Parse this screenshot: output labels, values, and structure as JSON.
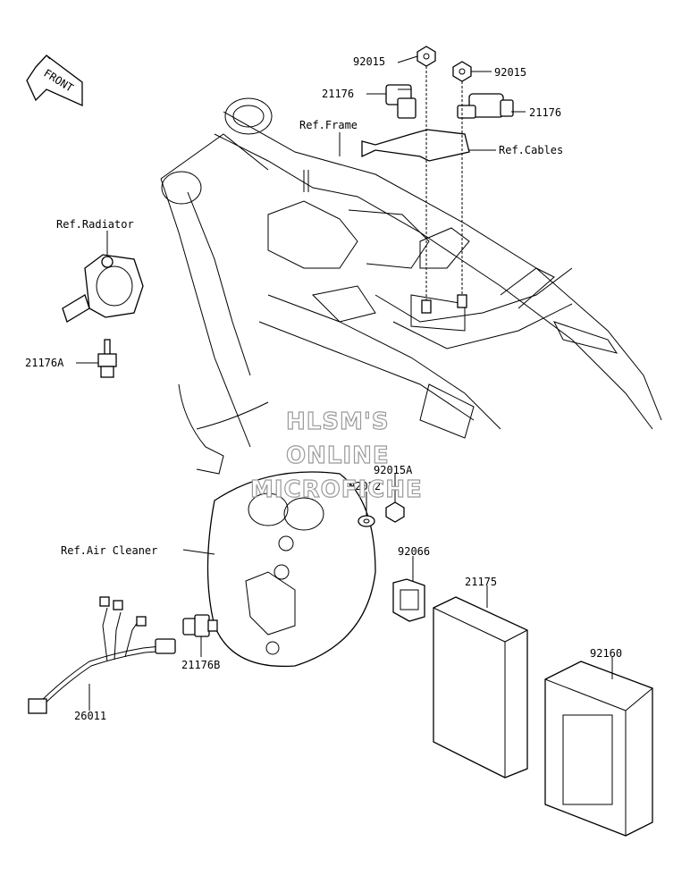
{
  "front_label": "FRONT",
  "watermark": [
    "HLSM'S",
    "ONLINE",
    "MICROFICHE"
  ],
  "callouts": {
    "p92015_left": "92015",
    "p92015_right": "92015",
    "p21176_left": "21176",
    "p21176_right": "21176",
    "ref_frame": "Ref.Frame",
    "ref_cables": "Ref.Cables",
    "ref_radiator": "Ref.Radiator",
    "p21176A": "21176A",
    "p92015A": "92015A",
    "p92022": "92022",
    "ref_air_cleaner": "Ref.Air Cleaner",
    "p92066": "92066",
    "p21175": "21175",
    "p92160": "92160",
    "p21176B": "21176B",
    "p26011": "26011"
  }
}
